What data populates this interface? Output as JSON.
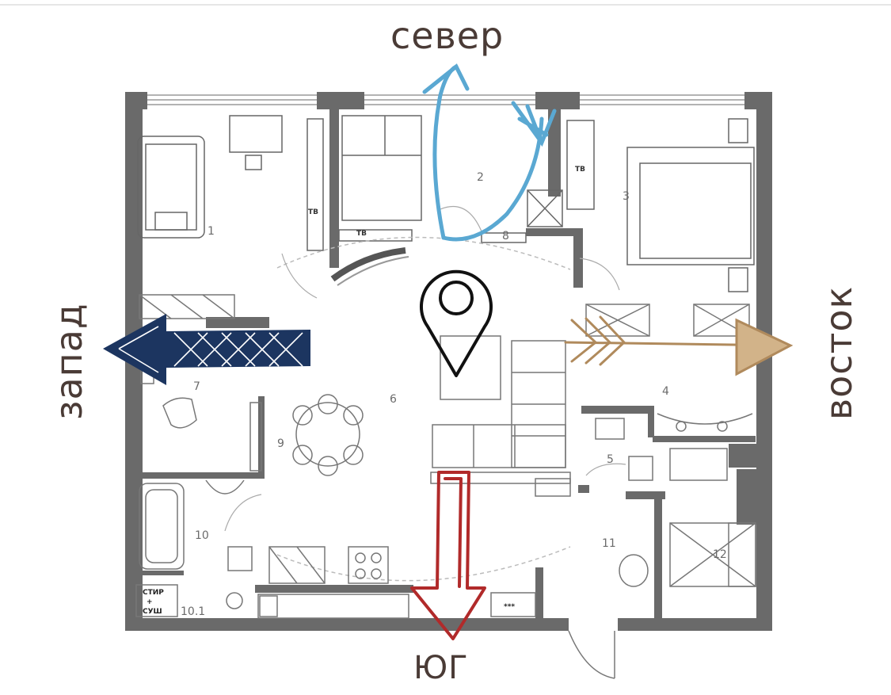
{
  "directions": {
    "north": "север",
    "south": "ЮГ",
    "west": "запад",
    "east": "восток"
  },
  "rooms": [
    "1",
    "2",
    "3",
    "4",
    "5",
    "6",
    "7",
    "8",
    "9",
    "10",
    "10.1",
    "11",
    "12"
  ],
  "labels": {
    "tv": "ТВ",
    "washer_line1": "СТИР",
    "washer_line2": "+",
    "washer_line3": "СУШ",
    "stars": "***"
  },
  "colors": {
    "north_arrow": "#5aa8d2",
    "west_arrow": "#1c3560",
    "east_arrow": "#b08a5c",
    "south_arrow": "#b12a2a",
    "walls": "#6a6a6a",
    "pin": "#111111",
    "direction_text": "#4a3b36"
  }
}
